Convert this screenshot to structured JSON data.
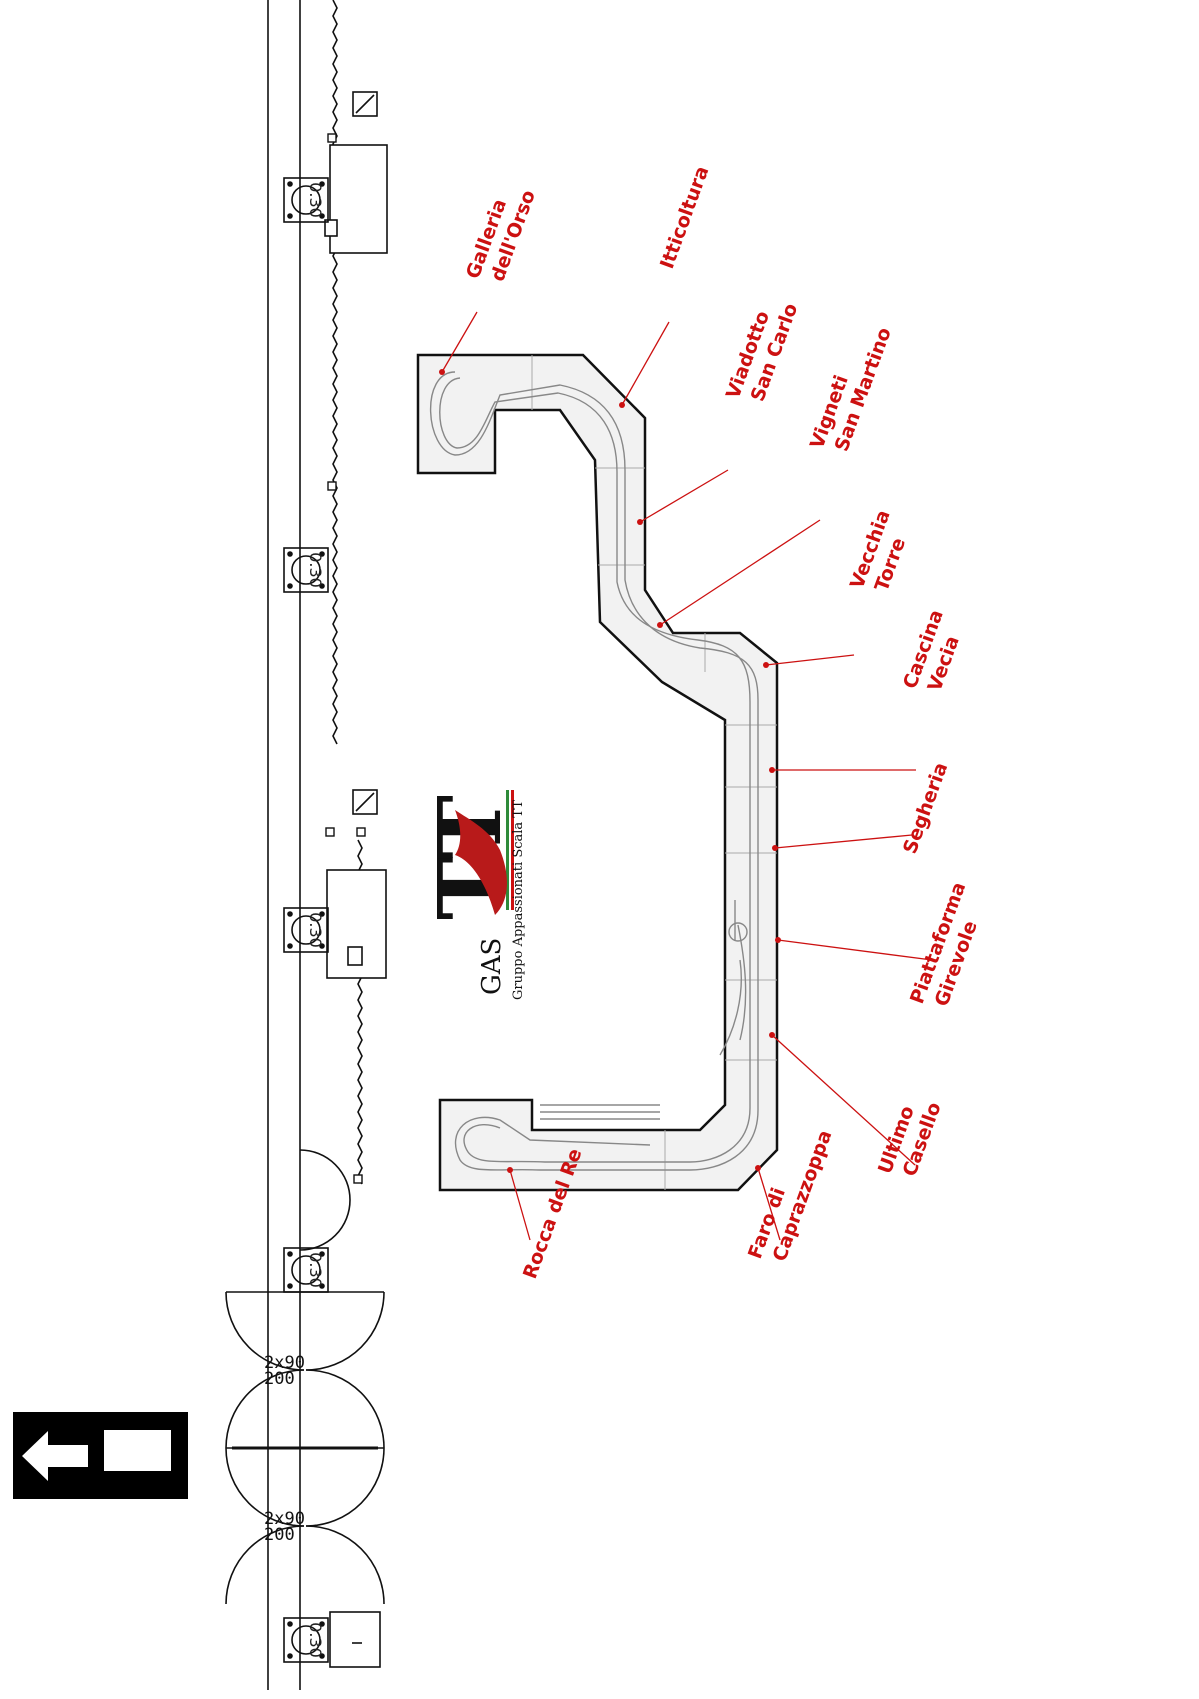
{
  "labels": [
    {
      "id": "galleria",
      "lines": [
        "Galleria",
        "dell'Orso"
      ]
    },
    {
      "id": "itticoltura",
      "lines": [
        "Itticoltura"
      ]
    },
    {
      "id": "viadotto",
      "lines": [
        "Viadotto",
        "San Carlo"
      ]
    },
    {
      "id": "vigneti",
      "lines": [
        "Vigneti",
        "San Martino"
      ]
    },
    {
      "id": "vecchia",
      "lines": [
        "Vecchia",
        "Torre"
      ]
    },
    {
      "id": "cascina",
      "lines": [
        "Cascina",
        "Vecia"
      ]
    },
    {
      "id": "segheria",
      "lines": [
        "Segheria"
      ]
    },
    {
      "id": "piattaforma",
      "lines": [
        "Piattaforma",
        "Girevole"
      ]
    },
    {
      "id": "ultimo",
      "lines": [
        "Ultimo",
        "Casello"
      ]
    },
    {
      "id": "faro",
      "lines": [
        "Faro di",
        "Caprazzoppa"
      ]
    },
    {
      "id": "rocca",
      "lines": [
        "Rocca del Re"
      ]
    }
  ],
  "logo": {
    "tt": "TT",
    "gas": "GAS",
    "subtitle": "Gruppo Appassionati Scala TT"
  },
  "column_label": "0.30",
  "door_dims": [
    "2x90",
    "200"
  ],
  "exit_sign": {
    "arrow": "left-arrow-icon"
  },
  "colors": {
    "accent": "#cc1111",
    "line": "#111111",
    "module": "#f2f2f2"
  }
}
